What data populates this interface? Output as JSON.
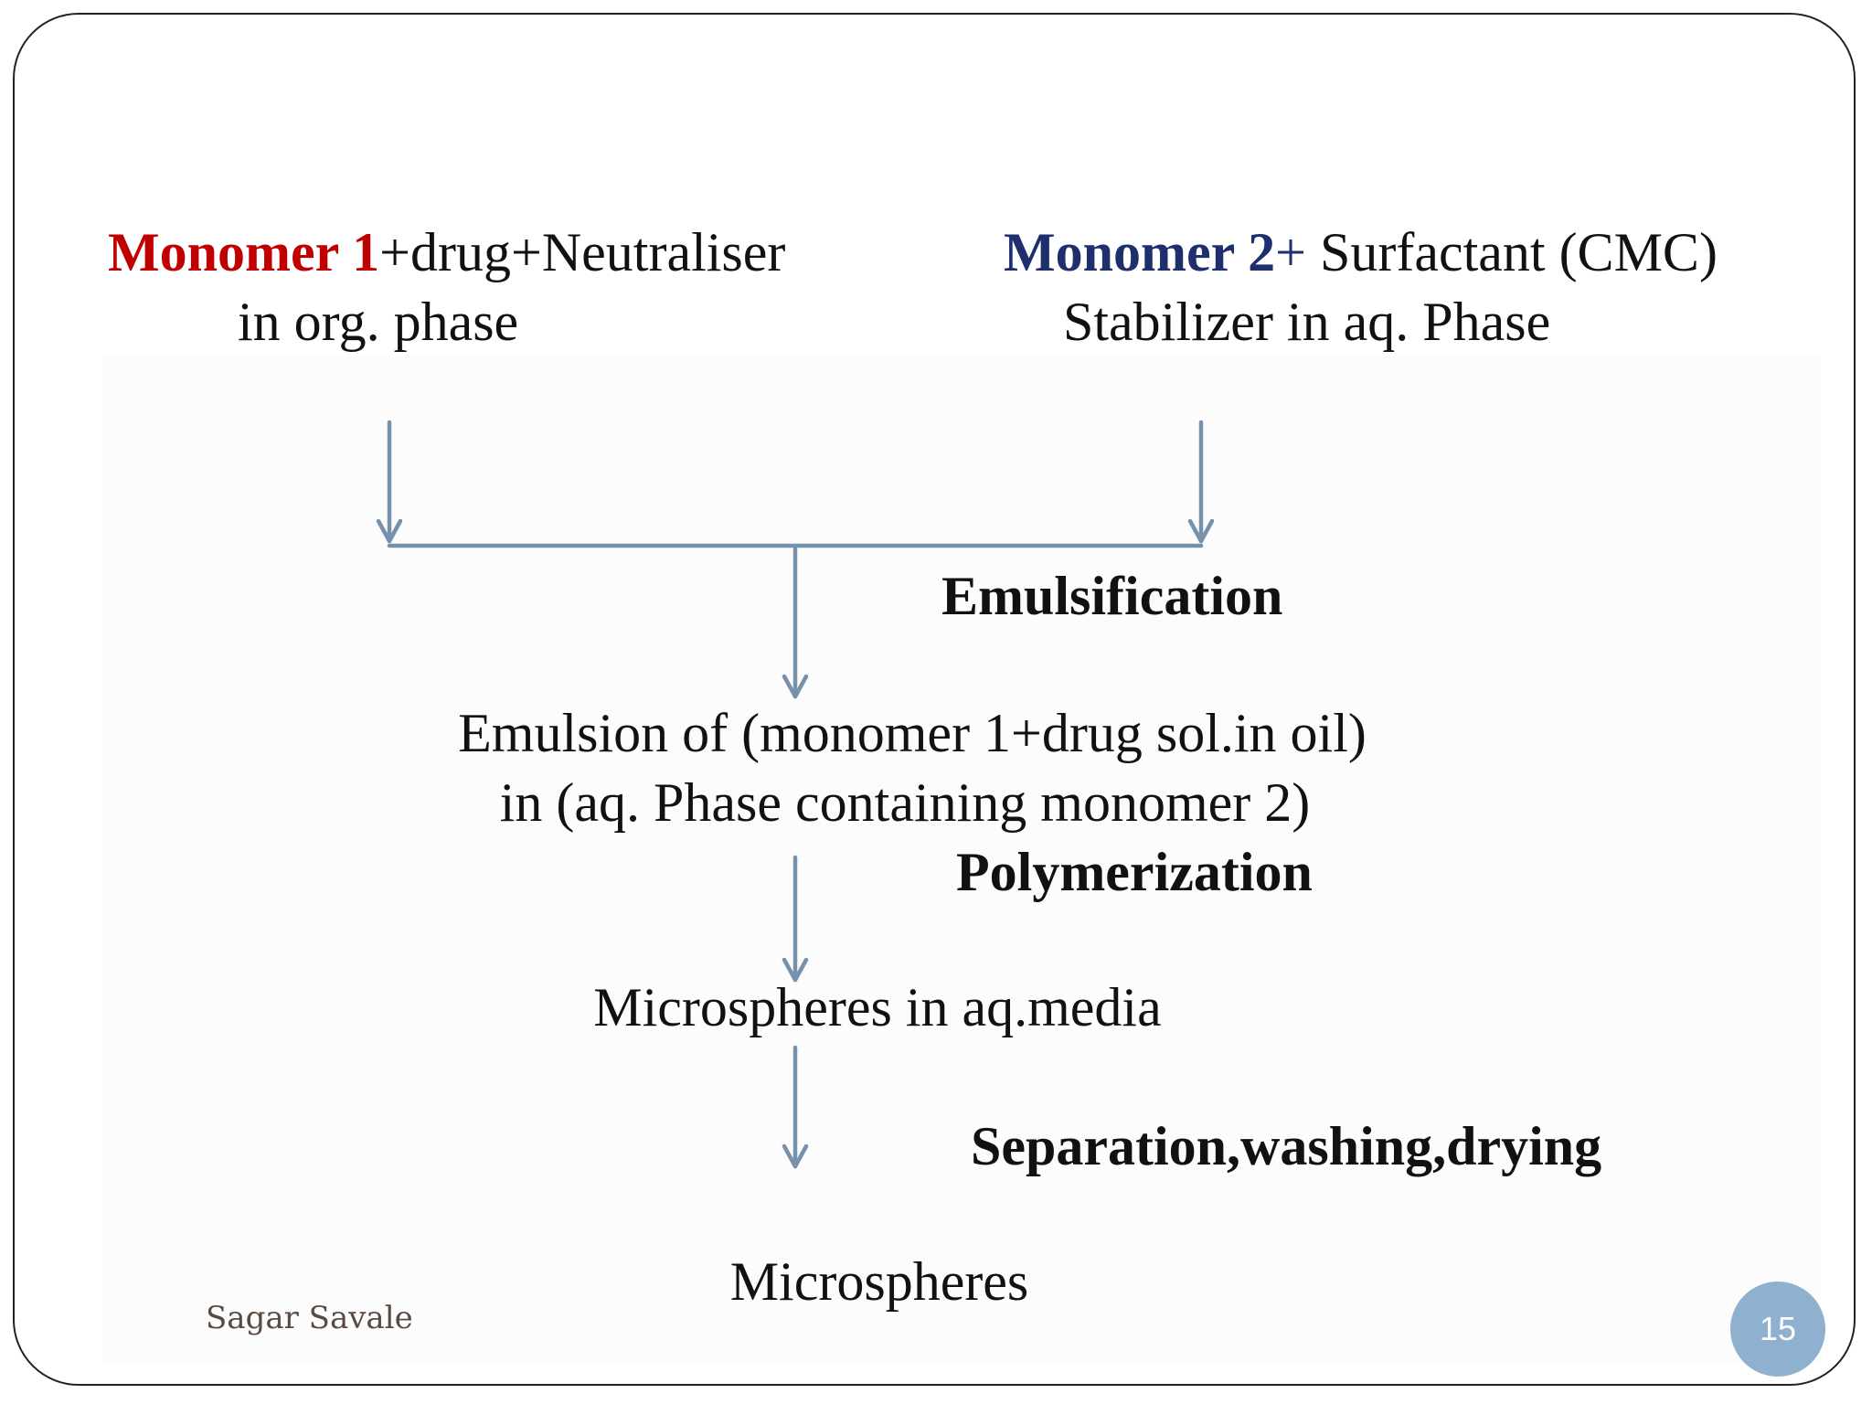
{
  "inputs": {
    "left": {
      "highlight": "Monomer 1",
      "line1_rest": "+drug+Neutraliser",
      "line2": "in org. phase"
    },
    "right": {
      "highlight": "Monomer 2",
      "plus": "+",
      "line1_rest": " Surfactant (CMC)",
      "line2": "Stabilizer in aq. Phase"
    }
  },
  "steps": {
    "emulsification": "Emulsification",
    "polymerization": "Polymerization",
    "separation": "Separation,washing,drying"
  },
  "nodes": {
    "emulsion_line1": "Emulsion of (monomer 1+drug sol.in oil)",
    "emulsion_line2": "in (aq. Phase containing monomer 2)",
    "microspheres_aq": "Microspheres in aq.media",
    "microspheres": "Microspheres"
  },
  "footer": {
    "author": "Sagar Savale",
    "page_number": "15"
  },
  "colors": {
    "monomer1": "#c00000",
    "monomer2": "#1f2f6e",
    "arrows": "#7891ab",
    "badge": "#8fb0cf"
  }
}
